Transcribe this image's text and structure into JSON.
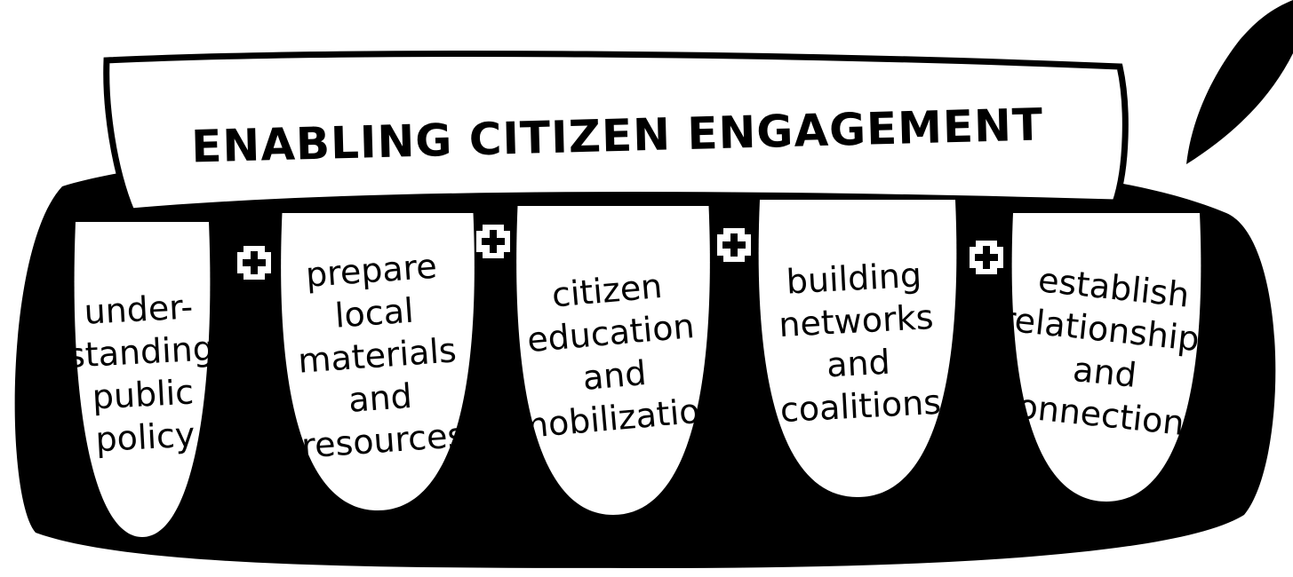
{
  "diagram": {
    "title": "ENABLING CITIZEN ENGAGEMENT",
    "connector_symbol": "+",
    "items": [
      {
        "lines": [
          "under-",
          "standing",
          "public",
          "policy"
        ]
      },
      {
        "lines": [
          "prepare",
          "local",
          "materials",
          "and",
          "resources"
        ]
      },
      {
        "lines": [
          "citizen",
          "education",
          "and",
          "mobilization"
        ]
      },
      {
        "lines": [
          "building",
          "networks",
          "and",
          "coalitions"
        ]
      },
      {
        "lines": [
          "establish",
          "relationships",
          "and",
          "connections"
        ]
      }
    ],
    "colors": {
      "ink": "#000000",
      "paper": "#ffffff"
    }
  }
}
